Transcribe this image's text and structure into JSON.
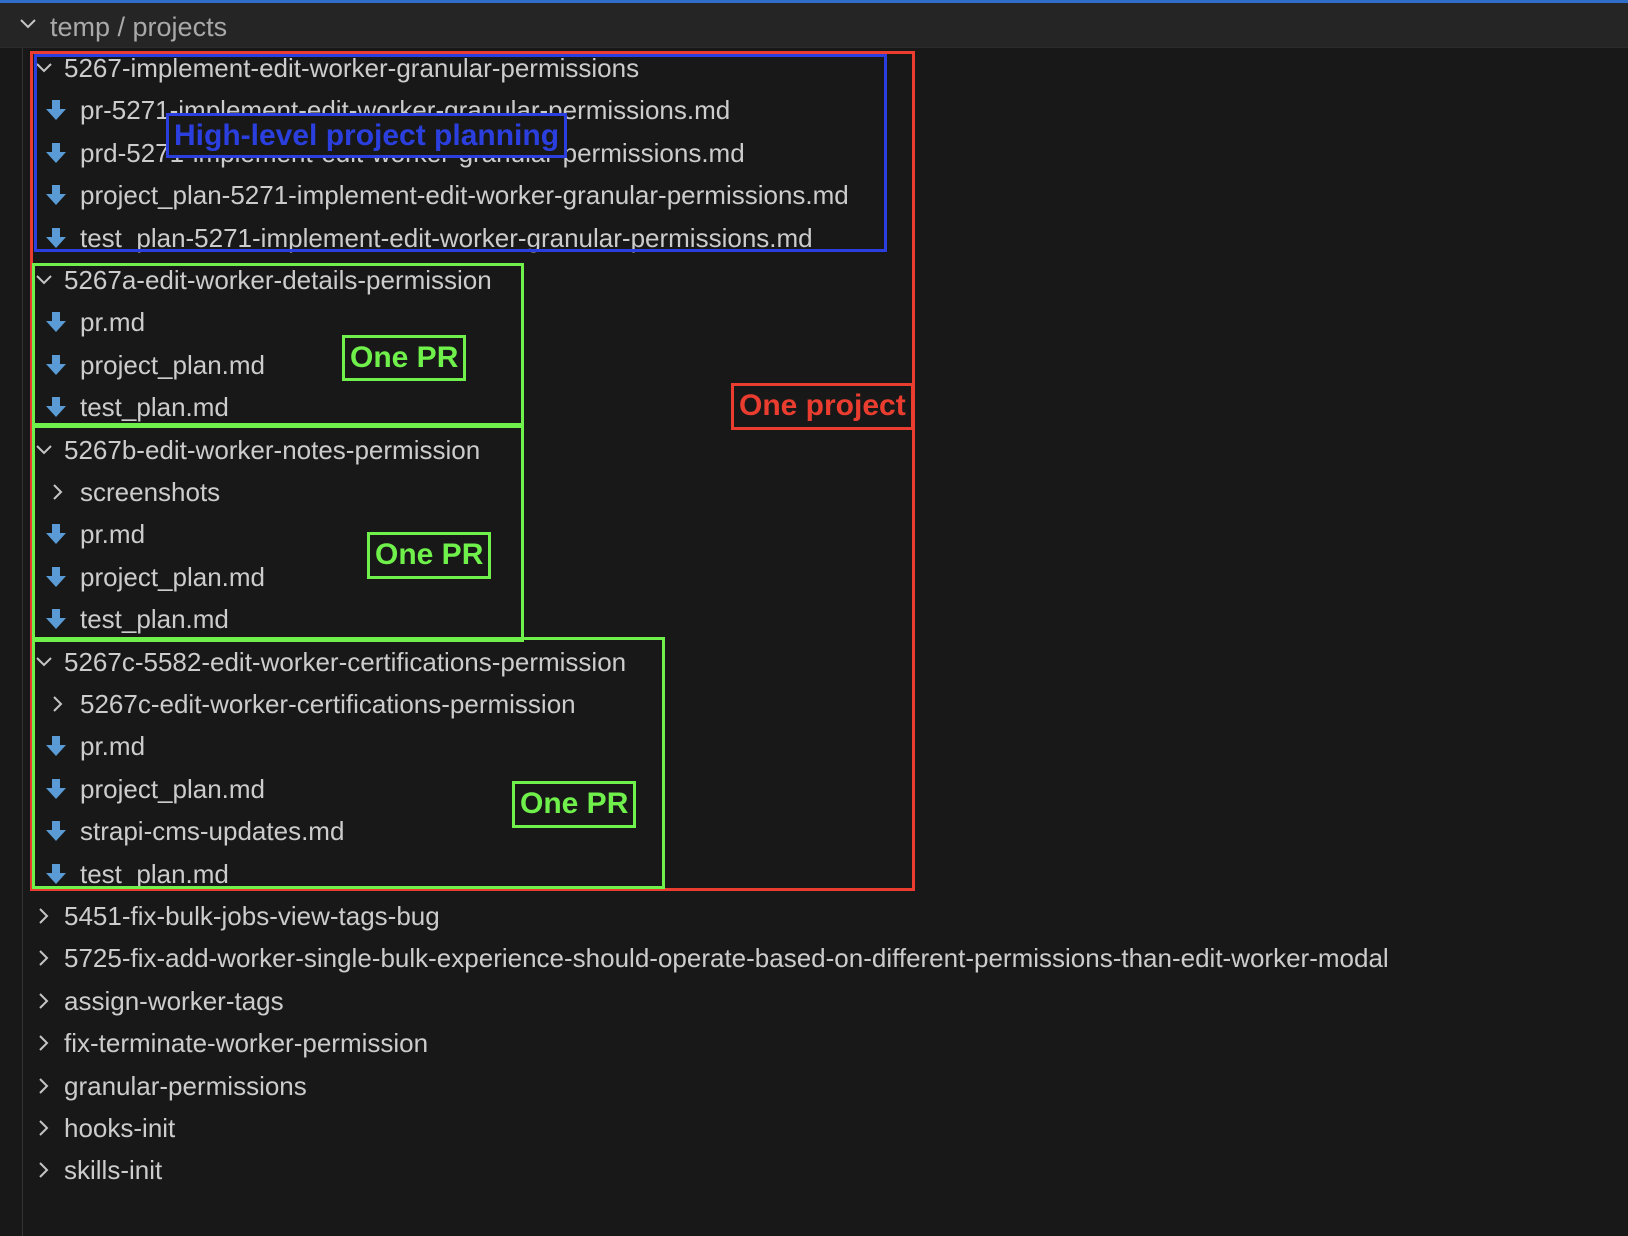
{
  "explorer": {
    "header_title": "temp / projects",
    "icons": {
      "folder_expanded": "chevron-down-icon",
      "folder_collapsed": "chevron-right-icon",
      "markdown_file": "markdown-download-icon"
    },
    "colors": {
      "background": "#181818",
      "header_background": "#252526",
      "text": "#cccccc",
      "markdown_icon": "#5b9bd5",
      "accent_line": "#2e6ec8"
    },
    "tree": [
      {
        "name": "5267-implement-edit-worker-granular-permissions",
        "type": "folder",
        "expanded": true,
        "depth": 0
      },
      {
        "name": "pr-5271-implement-edit-worker-granular-permissions.md",
        "type": "file",
        "depth": 1
      },
      {
        "name": "prd-5271-implement-edit-worker-granular-permissions.md",
        "type": "file",
        "depth": 1
      },
      {
        "name": "project_plan-5271-implement-edit-worker-granular-permissions.md",
        "type": "file",
        "depth": 1
      },
      {
        "name": "test_plan-5271-implement-edit-worker-granular-permissions.md",
        "type": "file",
        "depth": 1
      },
      {
        "name": "5267a-edit-worker-details-permission",
        "type": "folder",
        "expanded": true,
        "depth": 0
      },
      {
        "name": "pr.md",
        "type": "file",
        "depth": 1
      },
      {
        "name": "project_plan.md",
        "type": "file",
        "depth": 1
      },
      {
        "name": "test_plan.md",
        "type": "file",
        "depth": 1
      },
      {
        "name": "5267b-edit-worker-notes-permission",
        "type": "folder",
        "expanded": true,
        "depth": 0
      },
      {
        "name": "screenshots",
        "type": "folder",
        "expanded": false,
        "depth": 1
      },
      {
        "name": "pr.md",
        "type": "file",
        "depth": 1
      },
      {
        "name": "project_plan.md",
        "type": "file",
        "depth": 1
      },
      {
        "name": "test_plan.md",
        "type": "file",
        "depth": 1
      },
      {
        "name": "5267c-5582-edit-worker-certifications-permission",
        "type": "folder",
        "expanded": true,
        "depth": 0
      },
      {
        "name": "5267c-edit-worker-certifications-permission",
        "type": "folder",
        "expanded": false,
        "depth": 1
      },
      {
        "name": "pr.md",
        "type": "file",
        "depth": 1
      },
      {
        "name": "project_plan.md",
        "type": "file",
        "depth": 1
      },
      {
        "name": "strapi-cms-updates.md",
        "type": "file",
        "depth": 1
      },
      {
        "name": "test_plan.md",
        "type": "file",
        "depth": 1
      },
      {
        "name": "5451-fix-bulk-jobs-view-tags-bug",
        "type": "folder",
        "expanded": false,
        "depth": 0
      },
      {
        "name": "5725-fix-add-worker-single-bulk-experience-should-operate-based-on-different-permissions-than-edit-worker-modal",
        "type": "folder",
        "expanded": false,
        "depth": 0
      },
      {
        "name": "assign-worker-tags",
        "type": "folder",
        "expanded": false,
        "depth": 0
      },
      {
        "name": "fix-terminate-worker-permission",
        "type": "folder",
        "expanded": false,
        "depth": 0
      },
      {
        "name": "granular-permissions",
        "type": "folder",
        "expanded": false,
        "depth": 0
      },
      {
        "name": "hooks-init",
        "type": "folder",
        "expanded": false,
        "depth": 0
      },
      {
        "name": "skills-init",
        "type": "folder",
        "expanded": false,
        "depth": 0
      }
    ]
  },
  "annotations": {
    "project_label": "One project",
    "planning_label": "High-level project planning",
    "pr_label_a": "One PR",
    "pr_label_b": "One PR",
    "pr_label_c": "One PR",
    "colors": {
      "project": "#ea3d2f",
      "planning": "#2a3fde",
      "pr": "#6ff04b"
    }
  }
}
